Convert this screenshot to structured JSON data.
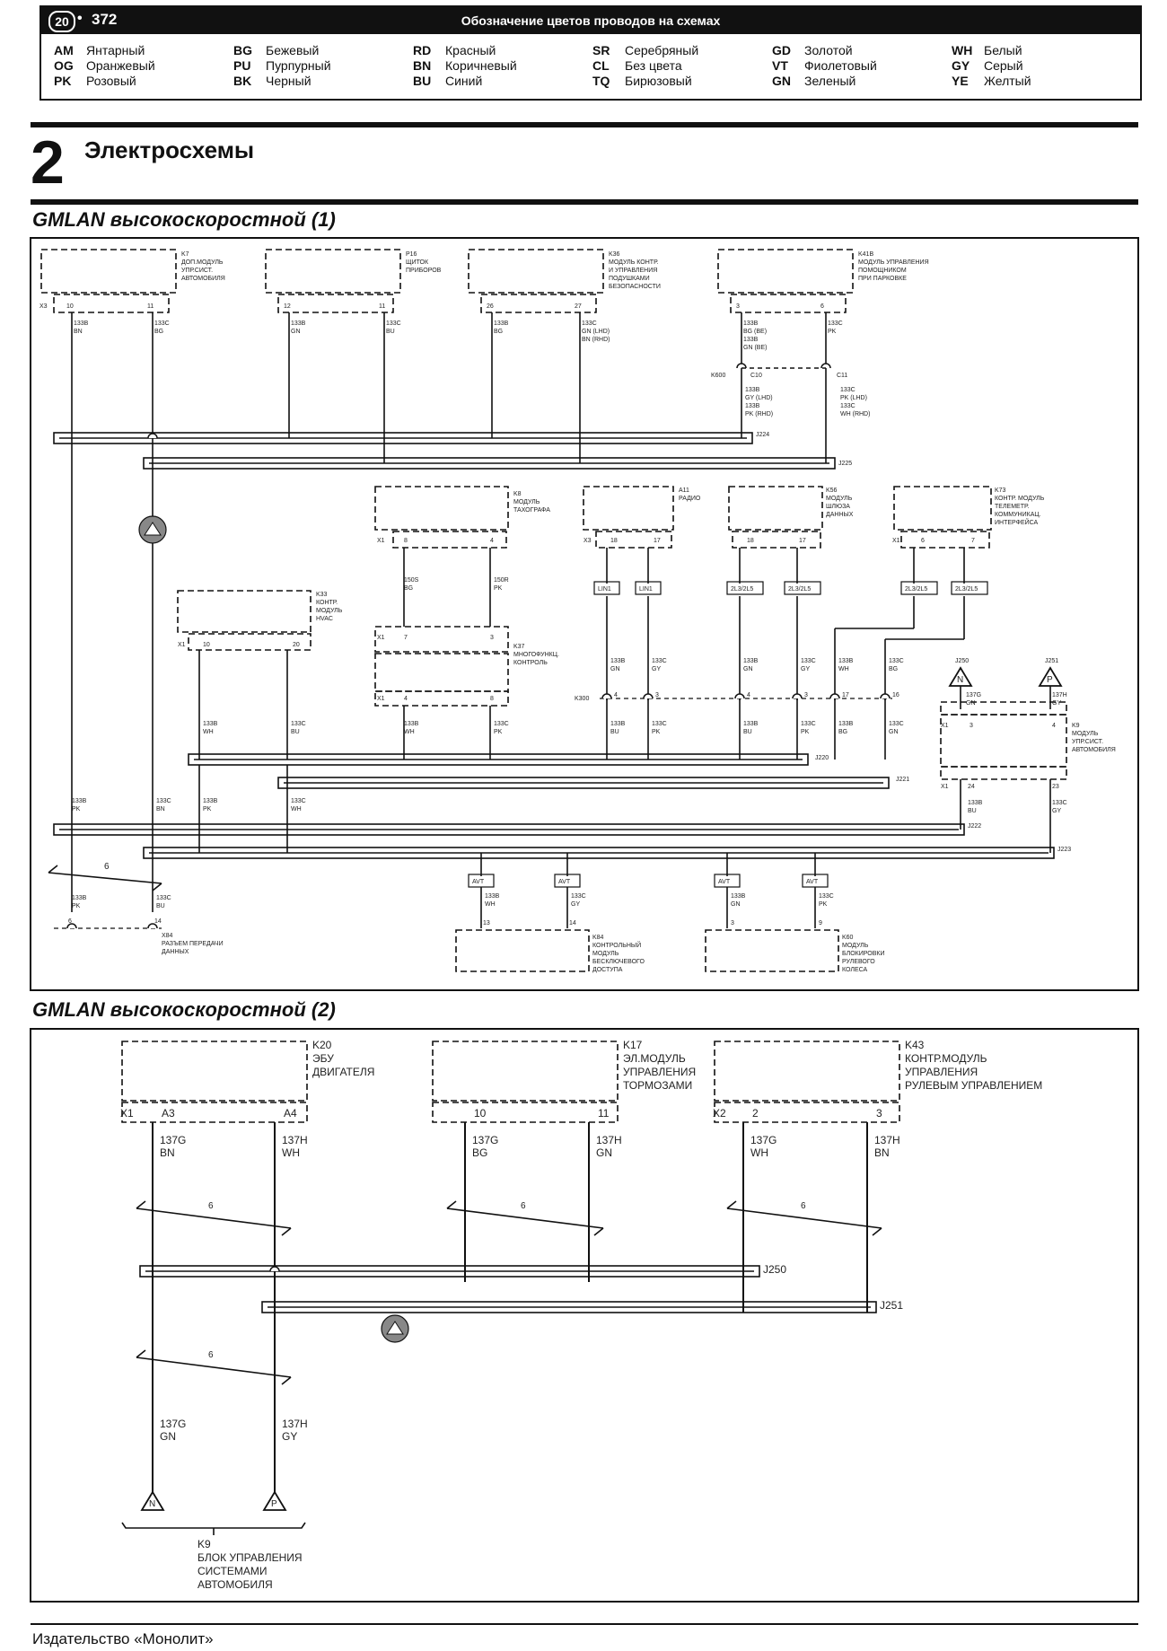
{
  "header": {
    "badge": "20",
    "bullet": "•",
    "page_number": "372",
    "title": "Обозначение цветов проводов на схемах",
    "legend": [
      {
        "code": "AM",
        "name": "Янтарный"
      },
      {
        "code": "BG",
        "name": "Бежевый"
      },
      {
        "code": "RD",
        "name": "Красный"
      },
      {
        "code": "SR",
        "name": "Серебряный"
      },
      {
        "code": "GD",
        "name": "Золотой"
      },
      {
        "code": "WH",
        "name": "Белый"
      },
      {
        "code": "OG",
        "name": "Оранжевый"
      },
      {
        "code": "PU",
        "name": "Пурпурный"
      },
      {
        "code": "BN",
        "name": "Коричневый"
      },
      {
        "code": "CL",
        "name": "Без цвета"
      },
      {
        "code": "VT",
        "name": "Фиолетовый"
      },
      {
        "code": "GY",
        "name": "Серый"
      },
      {
        "code": "PK",
        "name": "Розовый"
      },
      {
        "code": "BK",
        "name": "Черный"
      },
      {
        "code": "BU",
        "name": "Синий"
      },
      {
        "code": "TQ",
        "name": "Бирюзовый"
      },
      {
        "code": "GN",
        "name": "Зеленый"
      },
      {
        "code": "YE",
        "name": "Желтый"
      }
    ]
  },
  "section": {
    "number": "2",
    "title": "Электросхемы"
  },
  "diagram1": {
    "title": "GMLAN высокоскоростной (1)",
    "modules_top": [
      {
        "id": "k7",
        "label": [
          "K7",
          "ДОП.МОДУЛЬ",
          "УПР.СИСТ.",
          "АВТОМОБИЛЯ"
        ],
        "connector": "X3",
        "pins": [
          "10",
          "11"
        ],
        "wires": [
          [
            "133B",
            "BN"
          ],
          [
            "133C",
            "BG"
          ]
        ]
      },
      {
        "id": "p16",
        "label": [
          "P16",
          "ЩИТОК",
          "ПРИБОРОВ"
        ],
        "connector": "",
        "pins": [
          "12",
          "11"
        ],
        "wires": [
          [
            "133B",
            "GN"
          ],
          [
            "133C",
            "BU"
          ]
        ]
      },
      {
        "id": "k36",
        "label": [
          "K36",
          "МОДУЛЬ КОНТР.",
          "И УПРАВЛЕНИЯ",
          "ПОДУШКАМИ",
          "БЕЗОПАСНОСТИ"
        ],
        "connector": "",
        "pins": [
          "26",
          "27"
        ],
        "wires": [
          [
            "133B",
            "BG"
          ],
          [
            "133C",
            "GN (LHD)",
            "BN (RHD)"
          ]
        ]
      },
      {
        "id": "k41",
        "label": [
          "K41B",
          "МОДУЛЬ УПРАВЛЕНИЯ",
          "ПОМОЩНИКОМ",
          "ПРИ ПАРКОВКЕ"
        ],
        "connector": "",
        "pins": [
          "3",
          "6"
        ],
        "wires": [
          [
            "133B",
            "BG (BE)",
            "133B",
            "GN (BE)"
          ],
          [
            "133C",
            "PK"
          ]
        ]
      }
    ],
    "k600": {
      "label": "K600",
      "c10": "C10",
      "c11": "C11",
      "wires_left": [
        "133B",
        "GY (LHD)",
        "133B",
        "PK (RHD)"
      ],
      "wires_right": [
        "133C",
        "PK (LHD)",
        "133C",
        "WH (RHD)"
      ]
    },
    "splices": [
      "J224",
      "J225",
      "J220",
      "J221",
      "J222",
      "J223",
      "J250",
      "J251"
    ],
    "modules_mid": [
      {
        "id": "k8",
        "label": [
          "K8",
          "МОДУЛЬ",
          "ТАХОГРАФА"
        ],
        "connector": "X1",
        "pins": [
          "8",
          "4"
        ],
        "wires": [
          [
            "150S",
            "BG"
          ],
          [
            "150R",
            "PK"
          ]
        ]
      },
      {
        "id": "a11",
        "label": [
          "A11",
          "РАДИО"
        ],
        "connector": "X3",
        "pins": [
          "18",
          "17"
        ],
        "wires": []
      },
      {
        "id": "k56",
        "label": [
          "K56",
          "МОДУЛЬ",
          "ШЛЮЗА",
          "ДАННЫХ"
        ],
        "connector": "",
        "pins": [
          "18",
          "17"
        ],
        "wires": []
      },
      {
        "id": "k73",
        "label": [
          "K73",
          "КОНТР. МОДУЛЬ",
          "ТЕЛЕМЕТР.",
          "КОММУНИКАЦ.",
          "ИНТЕРФЕЙСА"
        ],
        "connector": "X1",
        "pins": [
          "6",
          "7"
        ],
        "wires": []
      },
      {
        "id": "k33",
        "label": [
          "K33",
          "КОНТР.",
          "МОДУЛЬ",
          "HVAC"
        ],
        "connector": "X1",
        "pins": [
          "10",
          "20"
        ],
        "wires": [
          [
            "133B",
            "WH"
          ],
          [
            "133C",
            "BU"
          ]
        ]
      },
      {
        "id": "k37",
        "label": [
          "K37",
          "МНОГОФУНКЦ.",
          "КОНТРОЛЬ"
        ],
        "connector": "X1",
        "pins": [
          "7",
          "3"
        ],
        "wires": [
          [
            "133B",
            "WH"
          ],
          [
            "133C",
            "PK"
          ]
        ]
      },
      {
        "id": "k9",
        "label": [
          "K9",
          "МОДУЛЬ",
          "УПР.СИСТ.",
          "АВТОМОБИЛЯ"
        ],
        "connector": "X1",
        "pins": [
          "3",
          "4",
          "24",
          "23"
        ],
        "wires": [
          [
            "137G",
            "GN"
          ],
          [
            "137H",
            "GY"
          ],
          [
            "133B",
            "BU"
          ],
          [
            "133C",
            "GY"
          ]
        ]
      }
    ],
    "bus_labels": [
      "LIN1",
      "LIN1",
      "2L3/2L5",
      "2L3/2L5",
      "2L3/2L5",
      "2L3/2L5"
    ],
    "k300": "K300",
    "k300_pins": [
      "4",
      "3",
      "4",
      "3",
      "17",
      "16"
    ],
    "k300_wires": [
      [
        "133B",
        "GN"
      ],
      [
        "133C",
        "GY"
      ],
      [
        "133B",
        "GN"
      ],
      [
        "133C",
        "GY"
      ],
      [
        "133B",
        "WH"
      ],
      [
        "133C",
        "BG"
      ]
    ],
    "bus_wires": [
      [
        "133B",
        "BU"
      ],
      [
        "133C",
        "PK"
      ],
      [
        "133B",
        "BU"
      ],
      [
        "133C",
        "PK"
      ],
      [
        "133B",
        "BG"
      ],
      [
        "133C",
        "GN"
      ]
    ],
    "j250_term": "J250",
    "j251_term": "J251",
    "avt_labels": [
      "AVT",
      "AVT",
      "AVT",
      "AVT"
    ],
    "twist": "6",
    "x84": {
      "label": [
        "X84",
        "РАЗЪЕМ ПЕРЕДАЧИ",
        "ДАННЫХ"
      ],
      "pins": [
        "6",
        "14"
      ],
      "wires": [
        [
          "133B",
          "PK"
        ],
        [
          "133C",
          "BU"
        ]
      ]
    },
    "k84": {
      "label": [
        "K84",
        "КОНТРОЛЬНЫЙ",
        "МОДУЛЬ",
        "БЕСКЛЮЧЕВОГО",
        "ДОСТУПА"
      ],
      "pins": [
        "13",
        "14"
      ],
      "wires": [
        [
          "133B",
          "WH"
        ],
        [
          "133C",
          "GY"
        ]
      ]
    },
    "k60": {
      "label": [
        "K60",
        "МОДУЛЬ",
        "БЛОКИРОВКИ",
        "РУЛЕВОГО",
        "КОЛЕСА"
      ],
      "pins": [
        "3",
        "9"
      ],
      "wires": [
        [
          "133B",
          "GN"
        ],
        [
          "133C",
          "PK"
        ]
      ]
    },
    "left_wires": [
      [
        "133B",
        "PK"
      ],
      [
        "133C",
        "BN"
      ],
      [
        "133B",
        "PK"
      ],
      [
        "133C",
        "WH"
      ]
    ]
  },
  "diagram2": {
    "title": "GMLAN высокоскоростной (2)",
    "modules": [
      {
        "id": "k20",
        "label": [
          "K20",
          "ЭБУ",
          "ДВИГАТЕЛЯ"
        ],
        "connector": "X1",
        "pins": [
          "A3",
          "A4"
        ],
        "wires": [
          [
            "137G",
            "BN"
          ],
          [
            "137H",
            "WH"
          ]
        ]
      },
      {
        "id": "k17",
        "label": [
          "K17",
          "ЭЛ.МОДУЛЬ",
          "УПРАВЛЕНИЯ",
          "ТОРМОЗАМИ"
        ],
        "connector": "",
        "pins": [
          "10",
          "11"
        ],
        "wires": [
          [
            "137G",
            "BG"
          ],
          [
            "137H",
            "GN"
          ]
        ]
      },
      {
        "id": "k43",
        "label": [
          "K43",
          "КОНТР.МОДУЛЬ",
          "УПРАВЛЕНИЯ",
          "РУЛЕВЫМ УПРАВЛЕНИЕМ"
        ],
        "connector": "X2",
        "pins": [
          "2",
          "3"
        ],
        "wires": [
          [
            "137G",
            "WH"
          ],
          [
            "137H",
            "BN"
          ]
        ]
      }
    ],
    "twist": "6",
    "splices": [
      "J250",
      "J251"
    ],
    "bottom_wires": [
      [
        "137G",
        "GN"
      ],
      [
        "137H",
        "GY"
      ]
    ],
    "terminals": [
      "N",
      "P"
    ],
    "k9": [
      "K9",
      "БЛОК УПРАВЛЕНИЯ",
      "СИСТЕМАМИ",
      "АВТОМОБИЛЯ"
    ]
  },
  "footer": "Издательство «Монолит»"
}
